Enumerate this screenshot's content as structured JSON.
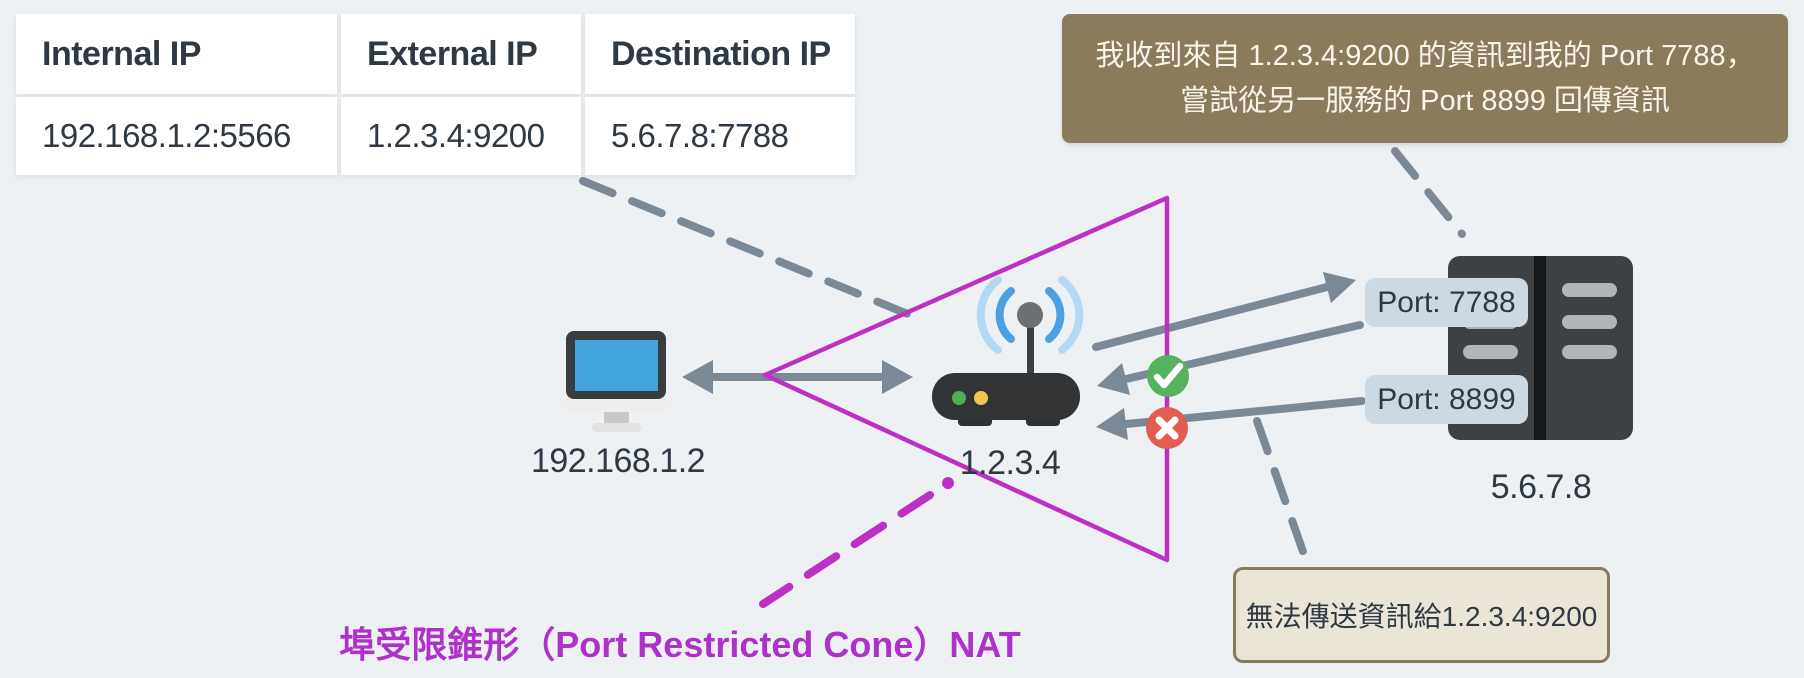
{
  "table": {
    "headers": [
      "Internal IP",
      "External IP",
      "Destination IP"
    ],
    "row": [
      "192.168.1.2:5566",
      "1.2.3.4:9200",
      "5.6.7.8:7788"
    ]
  },
  "speech_bubble": {
    "line1": "我收到來自 1.2.3.4:9200 的資訊到我的 Port 7788，",
    "line2": "嘗試從另一服務的 Port 8899 回傳資訊"
  },
  "note_box": {
    "text": "無法傳送資訊給1.2.3.4:9200"
  },
  "labels": {
    "client_ip": "192.168.1.2",
    "router_ip": "1.2.3.4",
    "server_ip": "5.6.7.8",
    "nat_type": "埠受限錐形（Port Restricted Cone）NAT"
  },
  "port_badges": {
    "port_7788": "Port: 7788",
    "port_8899": "Port: 8899"
  },
  "icons": {
    "client": "desktop-computer-icon",
    "router": "wifi-router-icon",
    "server": "server-icon",
    "allowed": "check-circle-icon",
    "blocked": "cross-circle-icon"
  },
  "colors": {
    "background": "#edf1f4",
    "magenta_accent": "#bd2fc5",
    "gray_connector": "#7b8997",
    "speech_bubble_bg": "#8a7b5d",
    "note_bg": "#ebe5d8",
    "note_border": "#8a7a5c",
    "port_badge_bg": "#ccd9e3",
    "success_green": "#57b25f",
    "error_red": "#e25c50",
    "text_dark": "#2e3944",
    "monitor_screen_blue": "#43a4dc"
  }
}
